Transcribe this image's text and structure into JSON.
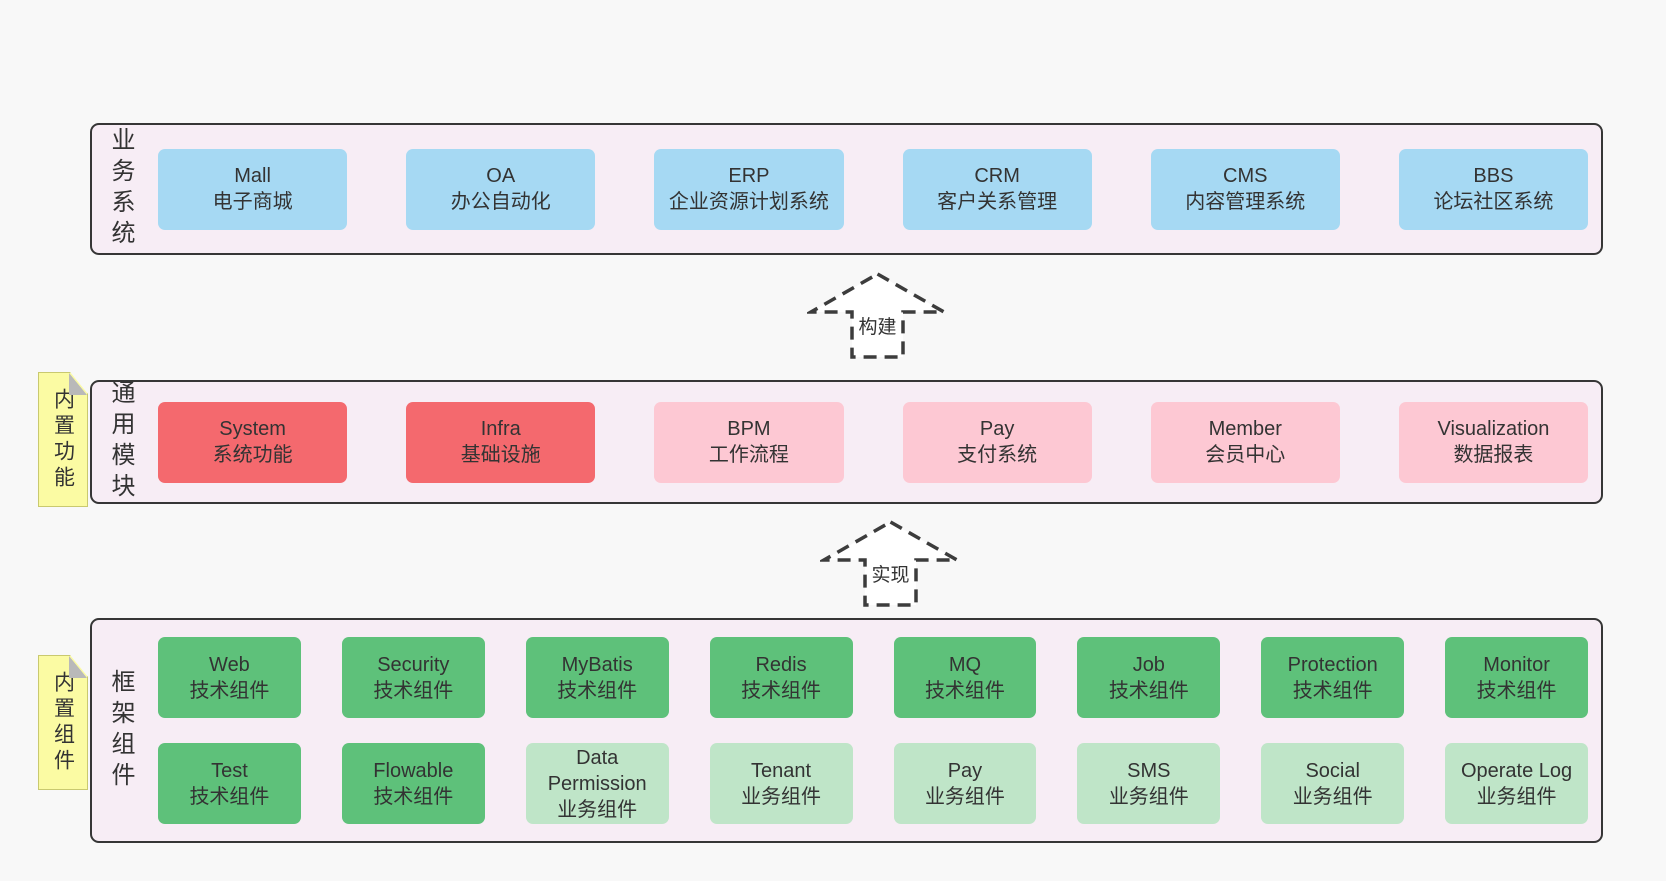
{
  "colors": {
    "bg": "#f8f8f8",
    "surface": "#f7edf5",
    "border": "#363636",
    "text": "#333333",
    "blue": "#a6d9f3",
    "red": "#f4696e",
    "pink": "#fdc8d3",
    "green": "#5ec17a",
    "lightgreen": "#bfe5c8",
    "yellow": "#fbfba3",
    "fold": "#b9b9b9"
  },
  "layers": [
    {
      "id": "business-systems",
      "label": "业务系统",
      "note": null,
      "rows": [
        [
          {
            "name": "Mall",
            "desc": "电子商城",
            "variant": "blue"
          },
          {
            "name": "OA",
            "desc": "办公自动化",
            "variant": "blue"
          },
          {
            "name": "ERP",
            "desc": "企业资源计划系统",
            "variant": "blue"
          },
          {
            "name": "CRM",
            "desc": "客户关系管理",
            "variant": "blue"
          },
          {
            "name": "CMS",
            "desc": "内容管理系统",
            "variant": "blue"
          },
          {
            "name": "BBS",
            "desc": "论坛社区系统",
            "variant": "blue"
          }
        ]
      ]
    },
    {
      "id": "common-modules",
      "label": "通用模块",
      "note": "内置功能",
      "rows": [
        [
          {
            "name": "System",
            "desc": "系统功能",
            "variant": "red"
          },
          {
            "name": "Infra",
            "desc": "基础设施",
            "variant": "red"
          },
          {
            "name": "BPM",
            "desc": "工作流程",
            "variant": "pink"
          },
          {
            "name": "Pay",
            "desc": "支付系统",
            "variant": "pink"
          },
          {
            "name": "Member",
            "desc": "会员中心",
            "variant": "pink"
          },
          {
            "name": "Visualization",
            "desc": "数据报表",
            "variant": "pink"
          }
        ]
      ]
    },
    {
      "id": "framework-components",
      "label": "框架组件",
      "note": "内置组件",
      "rows": [
        [
          {
            "name": "Web",
            "desc": "技术组件",
            "variant": "green"
          },
          {
            "name": "Security",
            "desc": "技术组件",
            "variant": "green"
          },
          {
            "name": "MyBatis",
            "desc": "技术组件",
            "variant": "green"
          },
          {
            "name": "Redis",
            "desc": "技术组件",
            "variant": "green"
          },
          {
            "name": "MQ",
            "desc": "技术组件",
            "variant": "green"
          },
          {
            "name": "Job",
            "desc": "技术组件",
            "variant": "green"
          },
          {
            "name": "Protection",
            "desc": "技术组件",
            "variant": "green"
          },
          {
            "name": "Monitor",
            "desc": "技术组件",
            "variant": "green"
          }
        ],
        [
          {
            "name": "Test",
            "desc": "技术组件",
            "variant": "green"
          },
          {
            "name": "Flowable",
            "desc": "技术组件",
            "variant": "green"
          },
          {
            "name": "Data Permission",
            "desc": "业务组件",
            "variant": "lightgreen"
          },
          {
            "name": "Tenant",
            "desc": "业务组件",
            "variant": "lightgreen"
          },
          {
            "name": "Pay",
            "desc": "业务组件",
            "variant": "lightgreen"
          },
          {
            "name": "SMS",
            "desc": "业务组件",
            "variant": "lightgreen"
          },
          {
            "name": "Social",
            "desc": "业务组件",
            "variant": "lightgreen"
          },
          {
            "name": "Operate Log",
            "desc": "业务组件",
            "variant": "lightgreen"
          }
        ]
      ]
    }
  ],
  "arrows": [
    {
      "label": "构建"
    },
    {
      "label": "实现"
    }
  ]
}
